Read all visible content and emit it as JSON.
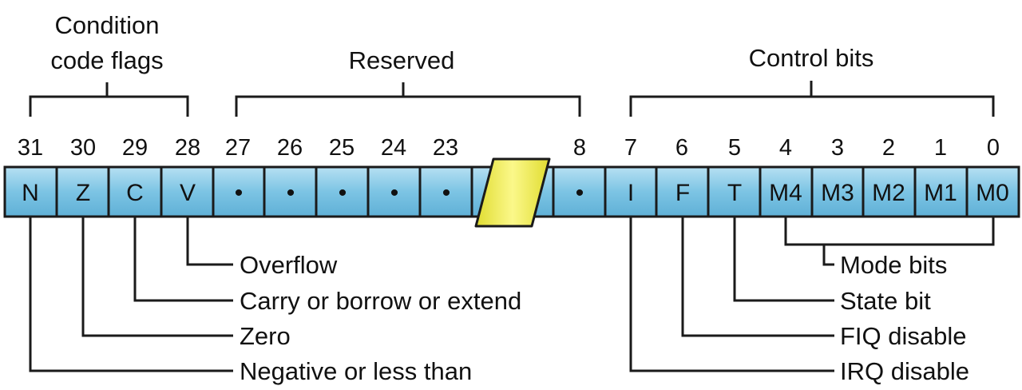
{
  "groups": {
    "condition_line1": "Condition",
    "condition_line2": "code flags",
    "reserved": "Reserved",
    "control": "Control bits"
  },
  "bit_numbers": [
    "31",
    "30",
    "29",
    "28",
    "27",
    "26",
    "25",
    "24",
    "23",
    "8",
    "7",
    "6",
    "5",
    "4",
    "3",
    "2",
    "1",
    "0"
  ],
  "cells": [
    "N",
    "Z",
    "C",
    "V",
    "•",
    "•",
    "•",
    "•",
    "•",
    "•",
    "I",
    "F",
    "T",
    "M4",
    "M3",
    "M2",
    "M1",
    "M0"
  ],
  "annotations": {
    "overflow": "Overflow",
    "carry": "Carry or borrow or extend",
    "zero": "Zero",
    "negative": "Negative or less than",
    "mode_bits": "Mode bits",
    "state_bit": "State bit",
    "fiq": "FIQ disable",
    "irq": "IRQ disable"
  },
  "colors": {
    "cell_fill": "#7cc4e4",
    "cell_fill_light": "#b6e0f2",
    "break_fill": "#f2ee55",
    "stroke": "#1a1a1a"
  }
}
